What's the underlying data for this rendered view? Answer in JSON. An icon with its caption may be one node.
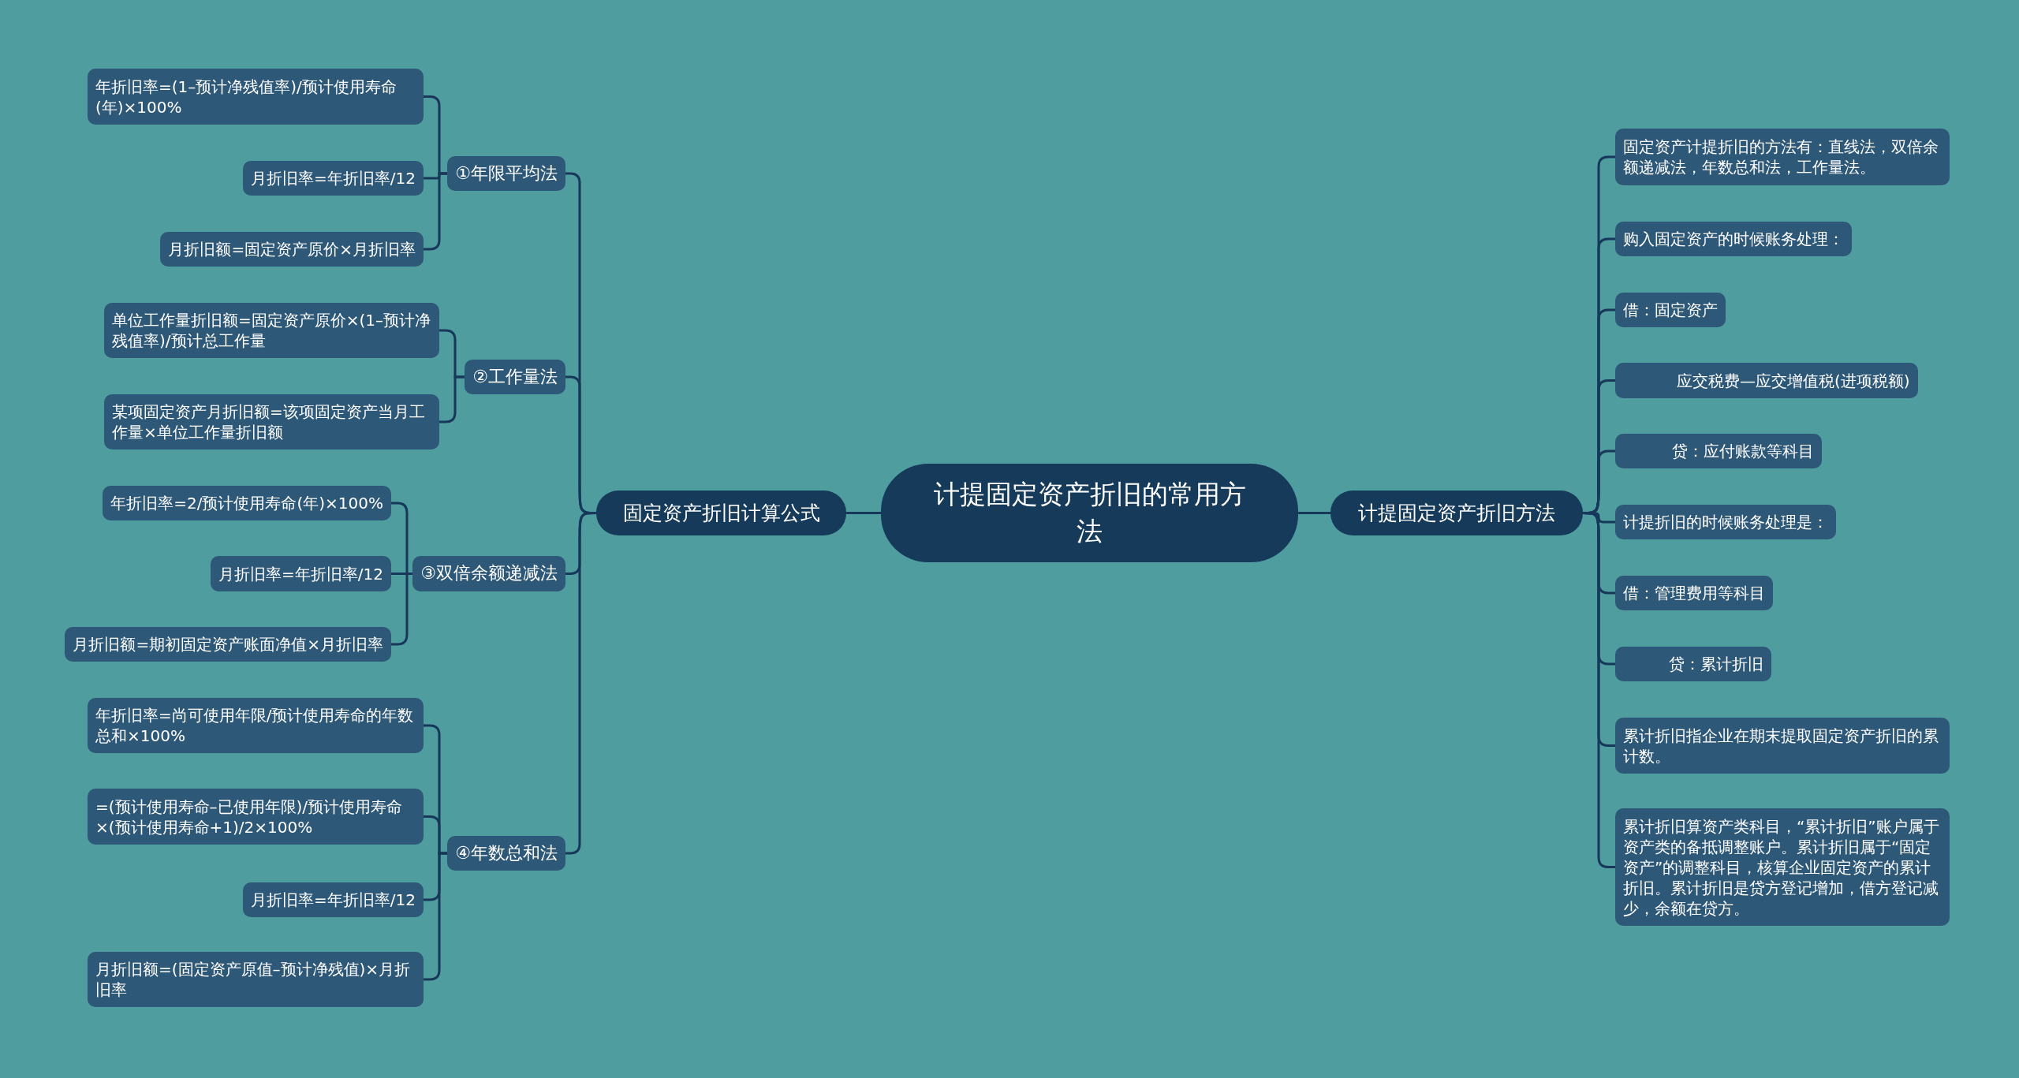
{
  "diagram": {
    "nodes": [
      {
        "text": [
          "计提固定资产折旧的常用方法"
        ]
      },
      {
        "text": [
          "固定资产折旧计算公式"
        ]
      },
      {
        "text": [
          "①年限平均法"
        ]
      },
      {
        "text": [
          "年折旧率=(1–预计净残值率)/预计使用寿命(年)×100%"
        ]
      },
      {
        "text": [
          "月折旧率=年折旧率/12"
        ]
      },
      {
        "text": [
          "月折旧额=固定资产原价×月折旧率"
        ]
      },
      {
        "text": [
          "②工作量法"
        ]
      },
      {
        "text": [
          "单位工作量折旧额=固定资产原价×(1–预计净残值率)/预计总工作量"
        ]
      },
      {
        "text": [
          "某项固定资产月折旧额=该项固定资产当月工作量×单位工作量折旧额"
        ]
      },
      {
        "text": [
          "③双倍余额递减法"
        ]
      },
      {
        "text": [
          "年折旧率=2/预计使用寿命(年)×100%"
        ]
      },
      {
        "text": [
          "月折旧率=年折旧率/12"
        ]
      },
      {
        "text": [
          "月折旧额=期初固定资产账面净值×月折旧率"
        ]
      },
      {
        "text": [
          "④年数总和法"
        ]
      },
      {
        "text": [
          "年折旧率=尚可使用年限/预计使用寿命的年数总和×100%"
        ]
      },
      {
        "text": [
          "=(预计使用寿命–已使用年限)/预计使用寿命×(预计使用寿命+1)/2×100%"
        ]
      },
      {
        "text": [
          "月折旧率=年折旧率/12"
        ]
      },
      {
        "text": [
          "月折旧额=(固定资产原值–预计净残值)×月折旧率"
        ]
      },
      {
        "text": [
          "计提固定资产折旧方法"
        ]
      },
      {
        "text": [
          "固定资产计提折旧的方法有：直线法，双倍余额递减法，年数总和法，工作量法。"
        ]
      },
      {
        "text": [
          "购入固定资产的时候账务处理："
        ]
      },
      {
        "text": [
          "借：固定资产"
        ]
      },
      {
        "text": [
          "应交税费—应交增值税(进项税额)"
        ]
      },
      {
        "text": [
          "贷：应付账款等科目"
        ]
      },
      {
        "text": [
          "计提折旧的时候账务处理是："
        ]
      },
      {
        "text": [
          "借：管理费用等科目"
        ]
      },
      {
        "text": [
          "贷：累计折旧"
        ]
      },
      {
        "text": [
          "累计折旧指企业在期末提取固定资产折旧的累计数。"
        ]
      },
      {
        "text": [
          "累计折旧算资产类科目，“累计折旧”账户属于资产类的备抵调整账户。累计折旧属于“固定资产”的调整科目，核算企业固定资产的累计折旧。累计折旧是贷方登记增加，借方登记减少，余额在贷方。"
        ]
      }
    ],
    "edges": [
      {
        "from": 0,
        "to": 1,
        "arrow": "none"
      },
      {
        "from": 0,
        "to": 18,
        "arrow": "none"
      },
      {
        "from": 1,
        "to": 2,
        "arrow": "none"
      },
      {
        "from": 2,
        "to": 3,
        "arrow": "none"
      },
      {
        "from": 2,
        "to": 4,
        "arrow": "none"
      },
      {
        "from": 2,
        "to": 5,
        "arrow": "none"
      },
      {
        "from": 1,
        "to": 6,
        "arrow": "none"
      },
      {
        "from": 6,
        "to": 7,
        "arrow": "none"
      },
      {
        "from": 6,
        "to": 8,
        "arrow": "none"
      },
      {
        "from": 1,
        "to": 9,
        "arrow": "none"
      },
      {
        "from": 9,
        "to": 10,
        "arrow": "none"
      },
      {
        "from": 9,
        "to": 11,
        "arrow": "none"
      },
      {
        "from": 9,
        "to": 12,
        "arrow": "none"
      },
      {
        "from": 1,
        "to": 13,
        "arrow": "none"
      },
      {
        "from": 13,
        "to": 14,
        "arrow": "none"
      },
      {
        "from": 13,
        "to": 15,
        "arrow": "none"
      },
      {
        "from": 13,
        "to": 16,
        "arrow": "none"
      },
      {
        "from": 13,
        "to": 17,
        "arrow": "none"
      },
      {
        "from": 18,
        "to": 19,
        "arrow": "none"
      },
      {
        "from": 18,
        "to": 20,
        "arrow": "none"
      },
      {
        "from": 18,
        "to": 21,
        "arrow": "none"
      },
      {
        "from": 18,
        "to": 22,
        "arrow": "none"
      },
      {
        "from": 18,
        "to": 23,
        "arrow": "none"
      },
      {
        "from": 18,
        "to": 24,
        "arrow": "none"
      },
      {
        "from": 18,
        "to": 25,
        "arrow": "none"
      },
      {
        "from": 18,
        "to": 26,
        "arrow": "none"
      },
      {
        "from": 18,
        "to": 27,
        "arrow": "none"
      },
      {
        "from": 18,
        "to": 28,
        "arrow": "none"
      }
    ]
  }
}
